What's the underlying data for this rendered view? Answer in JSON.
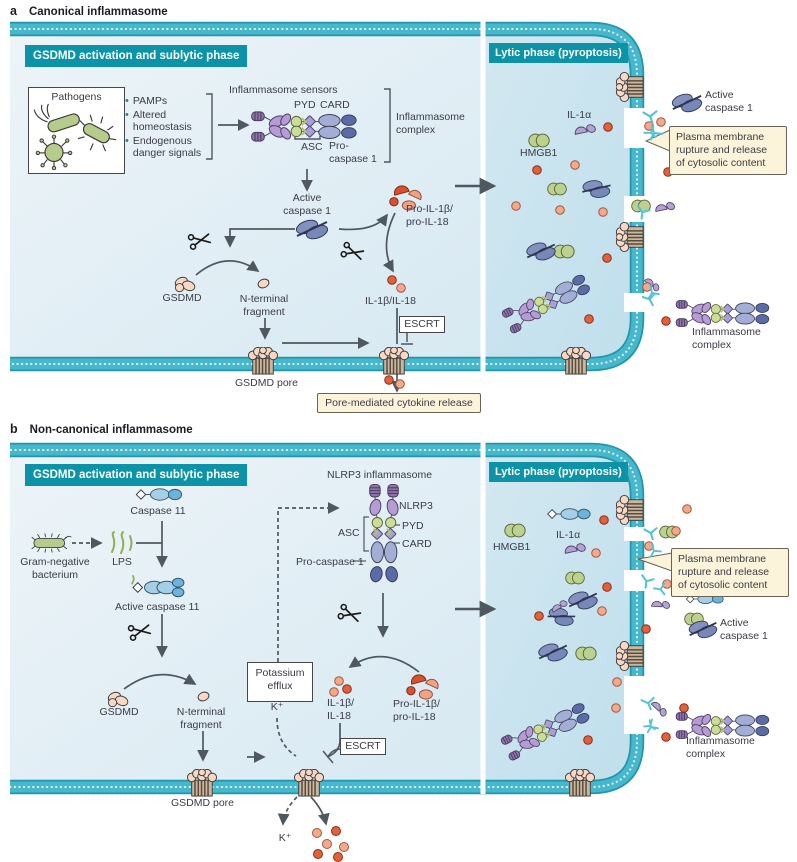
{
  "colors": {
    "membrane_teal": "#47b7cc",
    "membrane_dark": "#2196ac",
    "header_teal": "#0d93a7",
    "cream_box": "#fcf4da",
    "cytokine_dark": "#e2603c",
    "cytokine_light": "#f3a98c",
    "caspase_blue": "#8391bf",
    "sensor_purple": "#b79bd4",
    "pyd_green": "#cbdd96",
    "hmgb1_green": "#bcd08f",
    "pathogen_green": "#b5cc8b",
    "fragment_cyan": "#54c2d8"
  },
  "panel_a": {
    "label": "a",
    "title": "Canonical inflammasome",
    "sublytic_header": "GSDMD activation and sublytic phase",
    "lytic_header": "Lytic phase (pyroptosis)",
    "pathogens": "Pathogens",
    "bullet_1": "PAMPs",
    "bullet_2": "Altered\nhomeostasis",
    "bullet_3": "Endogenous\ndanger signals",
    "sensors_label": "Inflammasome sensors",
    "pyd": "PYD",
    "card": "CARD",
    "asc": "ASC",
    "pro_caspase1": "Pro-\ncaspase 1",
    "complex_bracket": "Inflammasome\ncomplex",
    "active_caspase1": "Active\ncaspase 1",
    "pro_il": "Pro-IL-1β/\npro-IL-18",
    "gsdmd": "GSDMD",
    "n_terminal": "N-terminal\nfragment",
    "gsdmd_pore": "GSDMD pore",
    "escrt": "ESCRT",
    "il": "IL-1β/IL-18",
    "pore_release": "Pore-mediated cytokine release",
    "il1a": "IL-1α",
    "hmgb1": "HMGB1",
    "active_caspase1_out": "Active\ncaspase 1",
    "plasma_note": "Plasma membrane\nrupture and release\nof cytosolic content",
    "complex_out": "Inflammasome\ncomplex"
  },
  "panel_b": {
    "label": "b",
    "title": "Non-canonical inflammasome",
    "sublytic_header": "GSDMD activation and sublytic phase",
    "lytic_header": "Lytic phase (pyroptosis)",
    "caspase11": "Caspase 11",
    "gram_negative": "Gram-negative\nbacterium",
    "lps": "LPS",
    "active_caspase11": "Active caspase 11",
    "nlrp3_title": "NLRP3 inflammasome",
    "nlrp3": "NLRP3",
    "pyd": "PYD",
    "card": "CARD",
    "asc": "ASC",
    "pro_caspase1": "Pro-caspase 1",
    "potassium": "Potassium\nefflux",
    "k_upper": "K⁺",
    "k_lower": "K⁺",
    "il": "IL-1β/\nIL-18",
    "pro_il": "Pro-IL-1β/\npro-IL-18",
    "escrt": "ESCRT",
    "gsdmd": "GSDMD",
    "n_terminal": "N-terminal\nfragment",
    "gsdmd_pore": "GSDMD pore",
    "hmgb1": "HMGB1",
    "il1a": "IL-1α",
    "plasma_note": "Plasma membrane\nrupture and release\nof cytosolic content",
    "active_caspase1_out": "Active\ncaspase 1",
    "complex_out": "Inflammasome\ncomplex"
  }
}
